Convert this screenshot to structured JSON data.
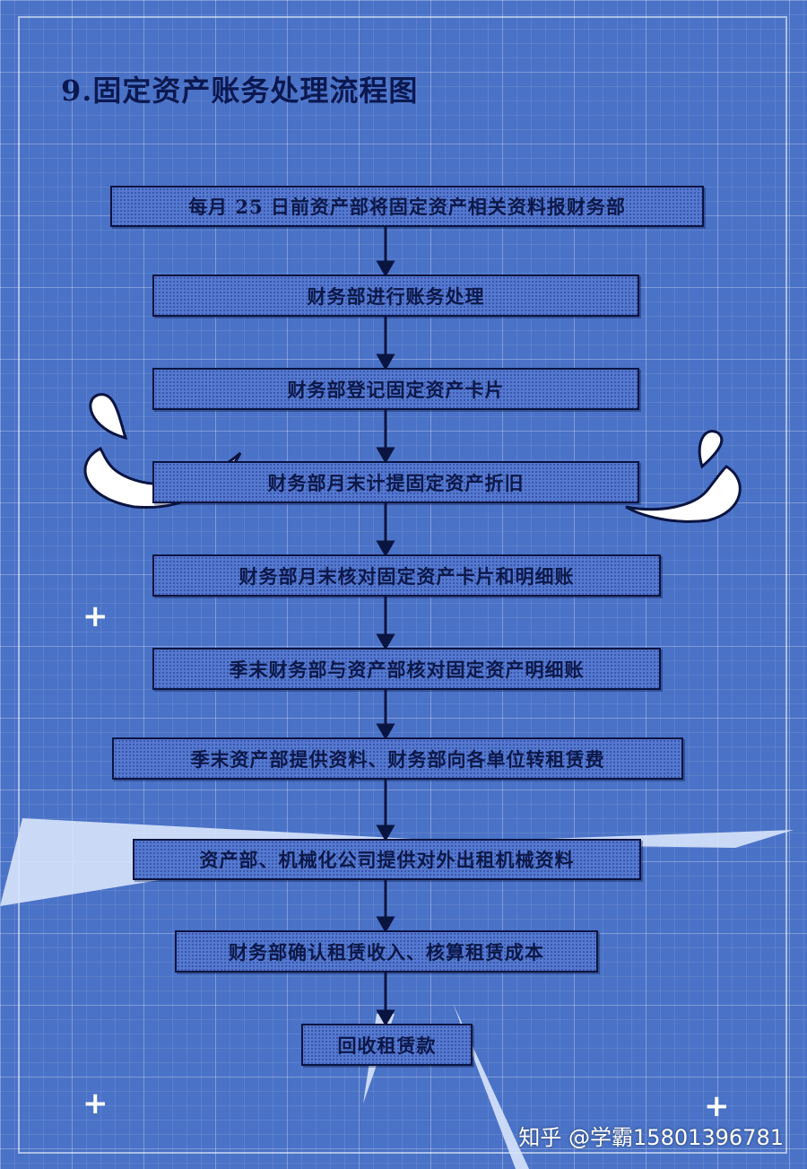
{
  "title": "9.固定资产账务处理流程图",
  "steps": [
    "每月 25 日前资产部将固定资产相关资料报财务部",
    "财务部进行账务处理",
    "财务部登记固定资产卡片",
    "财务部月末计提固定资产折旧",
    "财务部月末核对固定资产卡片和明细账",
    "季末财务部与资产部核对固定资产明细账",
    "季末资产部提供资料、财务部向各单位转租赁费",
    "资产部、机械化公司提供对外出租机械资料",
    "财务部确认租赁收入、核算租赁成本",
    "回收租赁款"
  ],
  "watermark": "知乎 @学霸15801396781",
  "colors": {
    "background": "#4a72c7",
    "box_fill": "#5579d0",
    "border": "#0a1440",
    "text": "#0c1848"
  }
}
